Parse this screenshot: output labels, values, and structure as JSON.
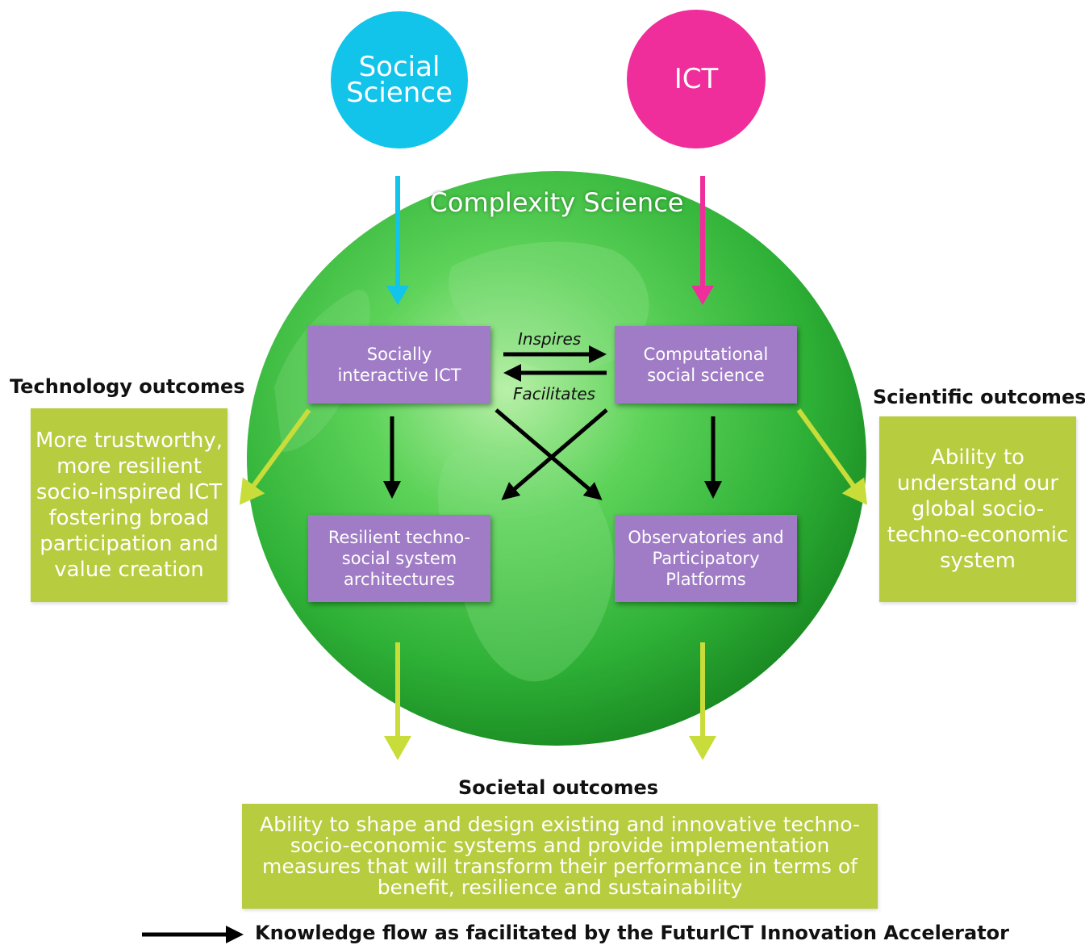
{
  "diagram": {
    "inputs": {
      "social_science": "Social\nScience",
      "ict": "ICT"
    },
    "globe_title": "Complexity Science",
    "boxes": {
      "socially_interactive_ict": "Socially\ninteractive ICT",
      "computational_social_science": "Computational\nsocial science",
      "resilient_architectures": "Resilient techno-\nsocial system\narchitectures",
      "observatories": "Observatories and\nParticipatory\nPlatforms"
    },
    "edge_labels": {
      "inspires": "Inspires",
      "facilitates": "Facilitates"
    },
    "outcomes": {
      "technology": {
        "heading": "Technology outcomes",
        "text": "More trustworthy,\nmore resilient\nsocio-inspired ICT\nfostering broad\nparticipation and\nvalue creation"
      },
      "scientific": {
        "heading": "Scientific outcomes",
        "text": "Ability to\nunderstand our\nglobal socio-\ntechno-economic\nsystem"
      },
      "societal": {
        "heading": "Societal outcomes",
        "text": "Ability to shape and design existing and innovative techno-\nsocio-economic systems and provide implementation\nmeasures that will transform their performance in terms of\nbenefit, resilience and sustainability"
      }
    },
    "legend": "Knowledge flow as facilitated by the FuturICT Innovation Accelerator",
    "colors": {
      "social_science": "#12c3ea",
      "ict": "#ef2d9b",
      "globe": "#3fbf3f",
      "process_box": "#a07cc6",
      "outcome_box": "#b7cc3e",
      "outcome_arrow": "#c8dc3a",
      "knowledge_arrow": "#000000"
    }
  }
}
